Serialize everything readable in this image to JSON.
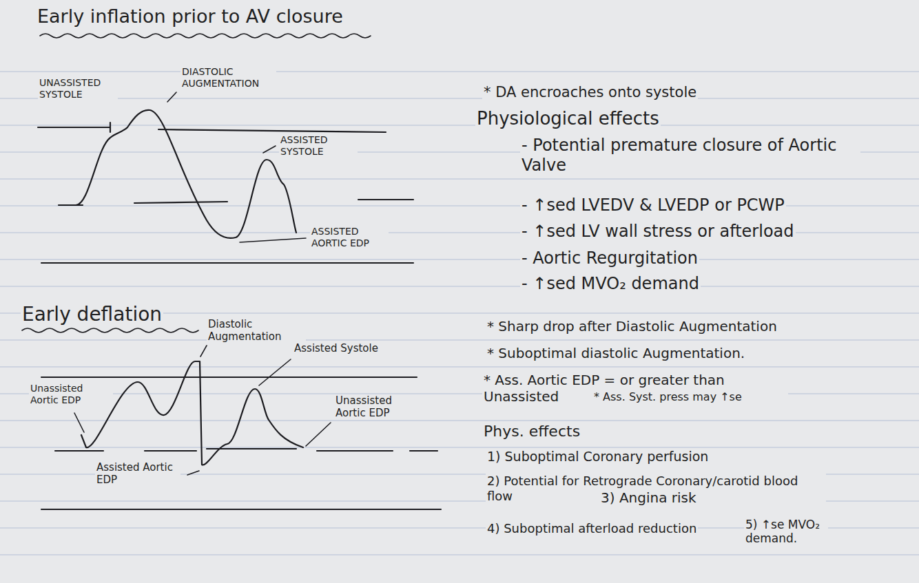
{
  "diagram": {
    "labels": [
      "Early inflation prior to AV closure",
      "UNASSISTED SYSTOLE",
      "DIASTOLIC AUGMENTATION",
      "ASSISTED SYSTOLE",
      "ASSISTED AORTIC EDP",
      "* DA encroaches onto systole",
      "Physiological effects",
      "- Potential premature closure of Aortic Valve",
      "- ↑sed LVEDV & LVEDP or PCWP",
      "- ↑sed LV wall stress or afterload",
      "- Aortic Regurgitation",
      "- ↑sed MVO₂ demand",
      "Early deflation",
      "Unassisted Aortic EDP",
      "Diastolic Augmentation",
      "Assisted Systole",
      "Unassisted Aortic EDP",
      "Assisted Aortic EDP",
      "* Sharp drop after Diastolic Augmentation",
      "* Suboptimal diastolic Augmentation.",
      "* Ass. Aortic EDP = or greater than Unassisted",
      "* Ass. Syst. press may ↑se",
      "Phys. effects",
      "1) Suboptimal Coronary perfusion",
      "2) Potential for Retrograde Coronary/carotid blood flow",
      "3) Angina risk",
      "4) Suboptimal afterload reduction",
      "5) ↑se MVO₂ demand."
    ]
  }
}
